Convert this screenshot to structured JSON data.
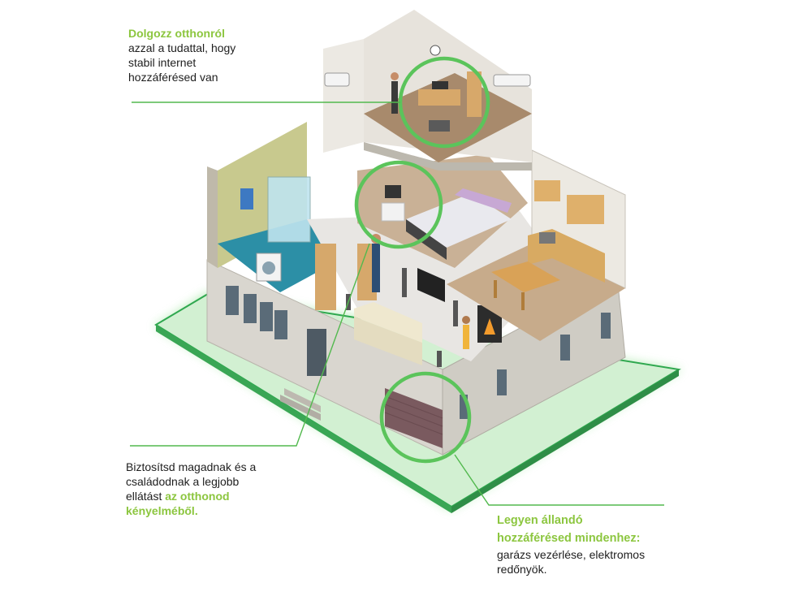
{
  "colors": {
    "accent_green": "#8cc63f",
    "circle_green": "#5bc45b",
    "ground_green": "#c9ecc9",
    "text": "#1e1e1e"
  },
  "callouts": {
    "work": {
      "highlight": "Dolgozz otthonról",
      "lines": [
        "azzal a tudattal, hogy",
        "stabil internet",
        "hozzáférésed van"
      ]
    },
    "comfort": {
      "lines": [
        "Biztosítsd magadnak és a",
        "családodnak a legjobb"
      ],
      "lead": "ellátást ",
      "highlight_1": "az otthonod",
      "highlight_2": "kényelméből."
    },
    "access": {
      "highlight_1": "Legyen állandó",
      "highlight_2": "hozzáférésed mindenhez:",
      "lines": [
        "garázs vezérlése, elektromos",
        "redőnyök."
      ]
    }
  },
  "illustration": {
    "subject": "isometric-smart-home-cutaway",
    "icons": [
      "wall-clock-icon",
      "air-conditioner-icon",
      "desk-icon",
      "laptop-icon",
      "bookshelf-icon",
      "bed-icon",
      "tv-icon",
      "sofa-icon",
      "fireplace-icon",
      "kitchen-icon",
      "dining-table-icon",
      "shower-icon",
      "washing-machine-icon",
      "garage-door-icon",
      "speaker-icon"
    ]
  }
}
